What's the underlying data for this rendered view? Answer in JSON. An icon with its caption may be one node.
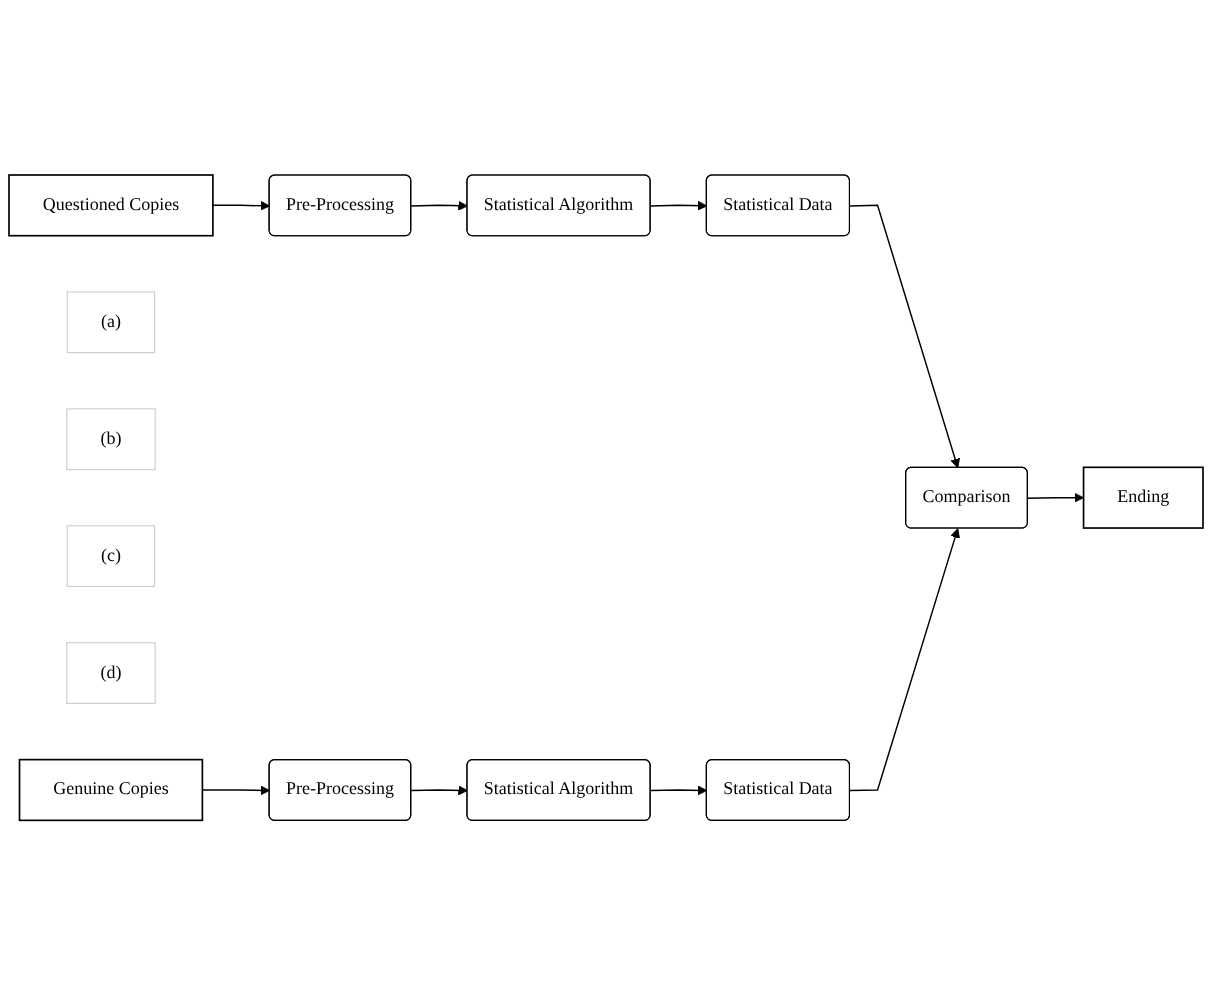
{
  "diagram": {
    "nodes": [
      {
        "text": [
          "Questioned Copies"
        ]
      },
      {
        "text": [
          "(a)"
        ]
      },
      {
        "text": [
          "(b)"
        ]
      },
      {
        "text": [
          "Pre-Processing"
        ]
      },
      {
        "text": [
          "Statistical Algorithm"
        ]
      },
      {
        "text": [
          "Statistical Data"
        ]
      },
      {
        "text": [
          "(c)"
        ]
      },
      {
        "text": [
          "(d)"
        ]
      },
      {
        "text": [
          "Ending"
        ]
      },
      {
        "text": [
          "Comparison"
        ]
      },
      {
        "text": [
          "Statistical Data"
        ]
      },
      {
        "text": [
          "Genuine Copies"
        ]
      },
      {
        "text": [
          "Pre-Processing"
        ]
      },
      {
        "text": [
          "Statistical Algorithm"
        ]
      }
    ],
    "edges": [
      {
        "from": 0,
        "to": 3,
        "arrow": "to"
      },
      {
        "from": 3,
        "to": 4,
        "arrow": "to"
      },
      {
        "from": 4,
        "to": 5,
        "arrow": "to"
      },
      {
        "from": 5,
        "to": 9,
        "arrow": "to"
      },
      {
        "from": 9,
        "to": 8,
        "arrow": "to"
      },
      {
        "from": 10,
        "to": 9,
        "arrow": "to"
      },
      {
        "from": 13,
        "to": 10,
        "arrow": "to"
      },
      {
        "from": 11,
        "to": 12,
        "arrow": "to"
      },
      {
        "from": 12,
        "to": 13,
        "arrow": "to"
      }
    ]
  }
}
